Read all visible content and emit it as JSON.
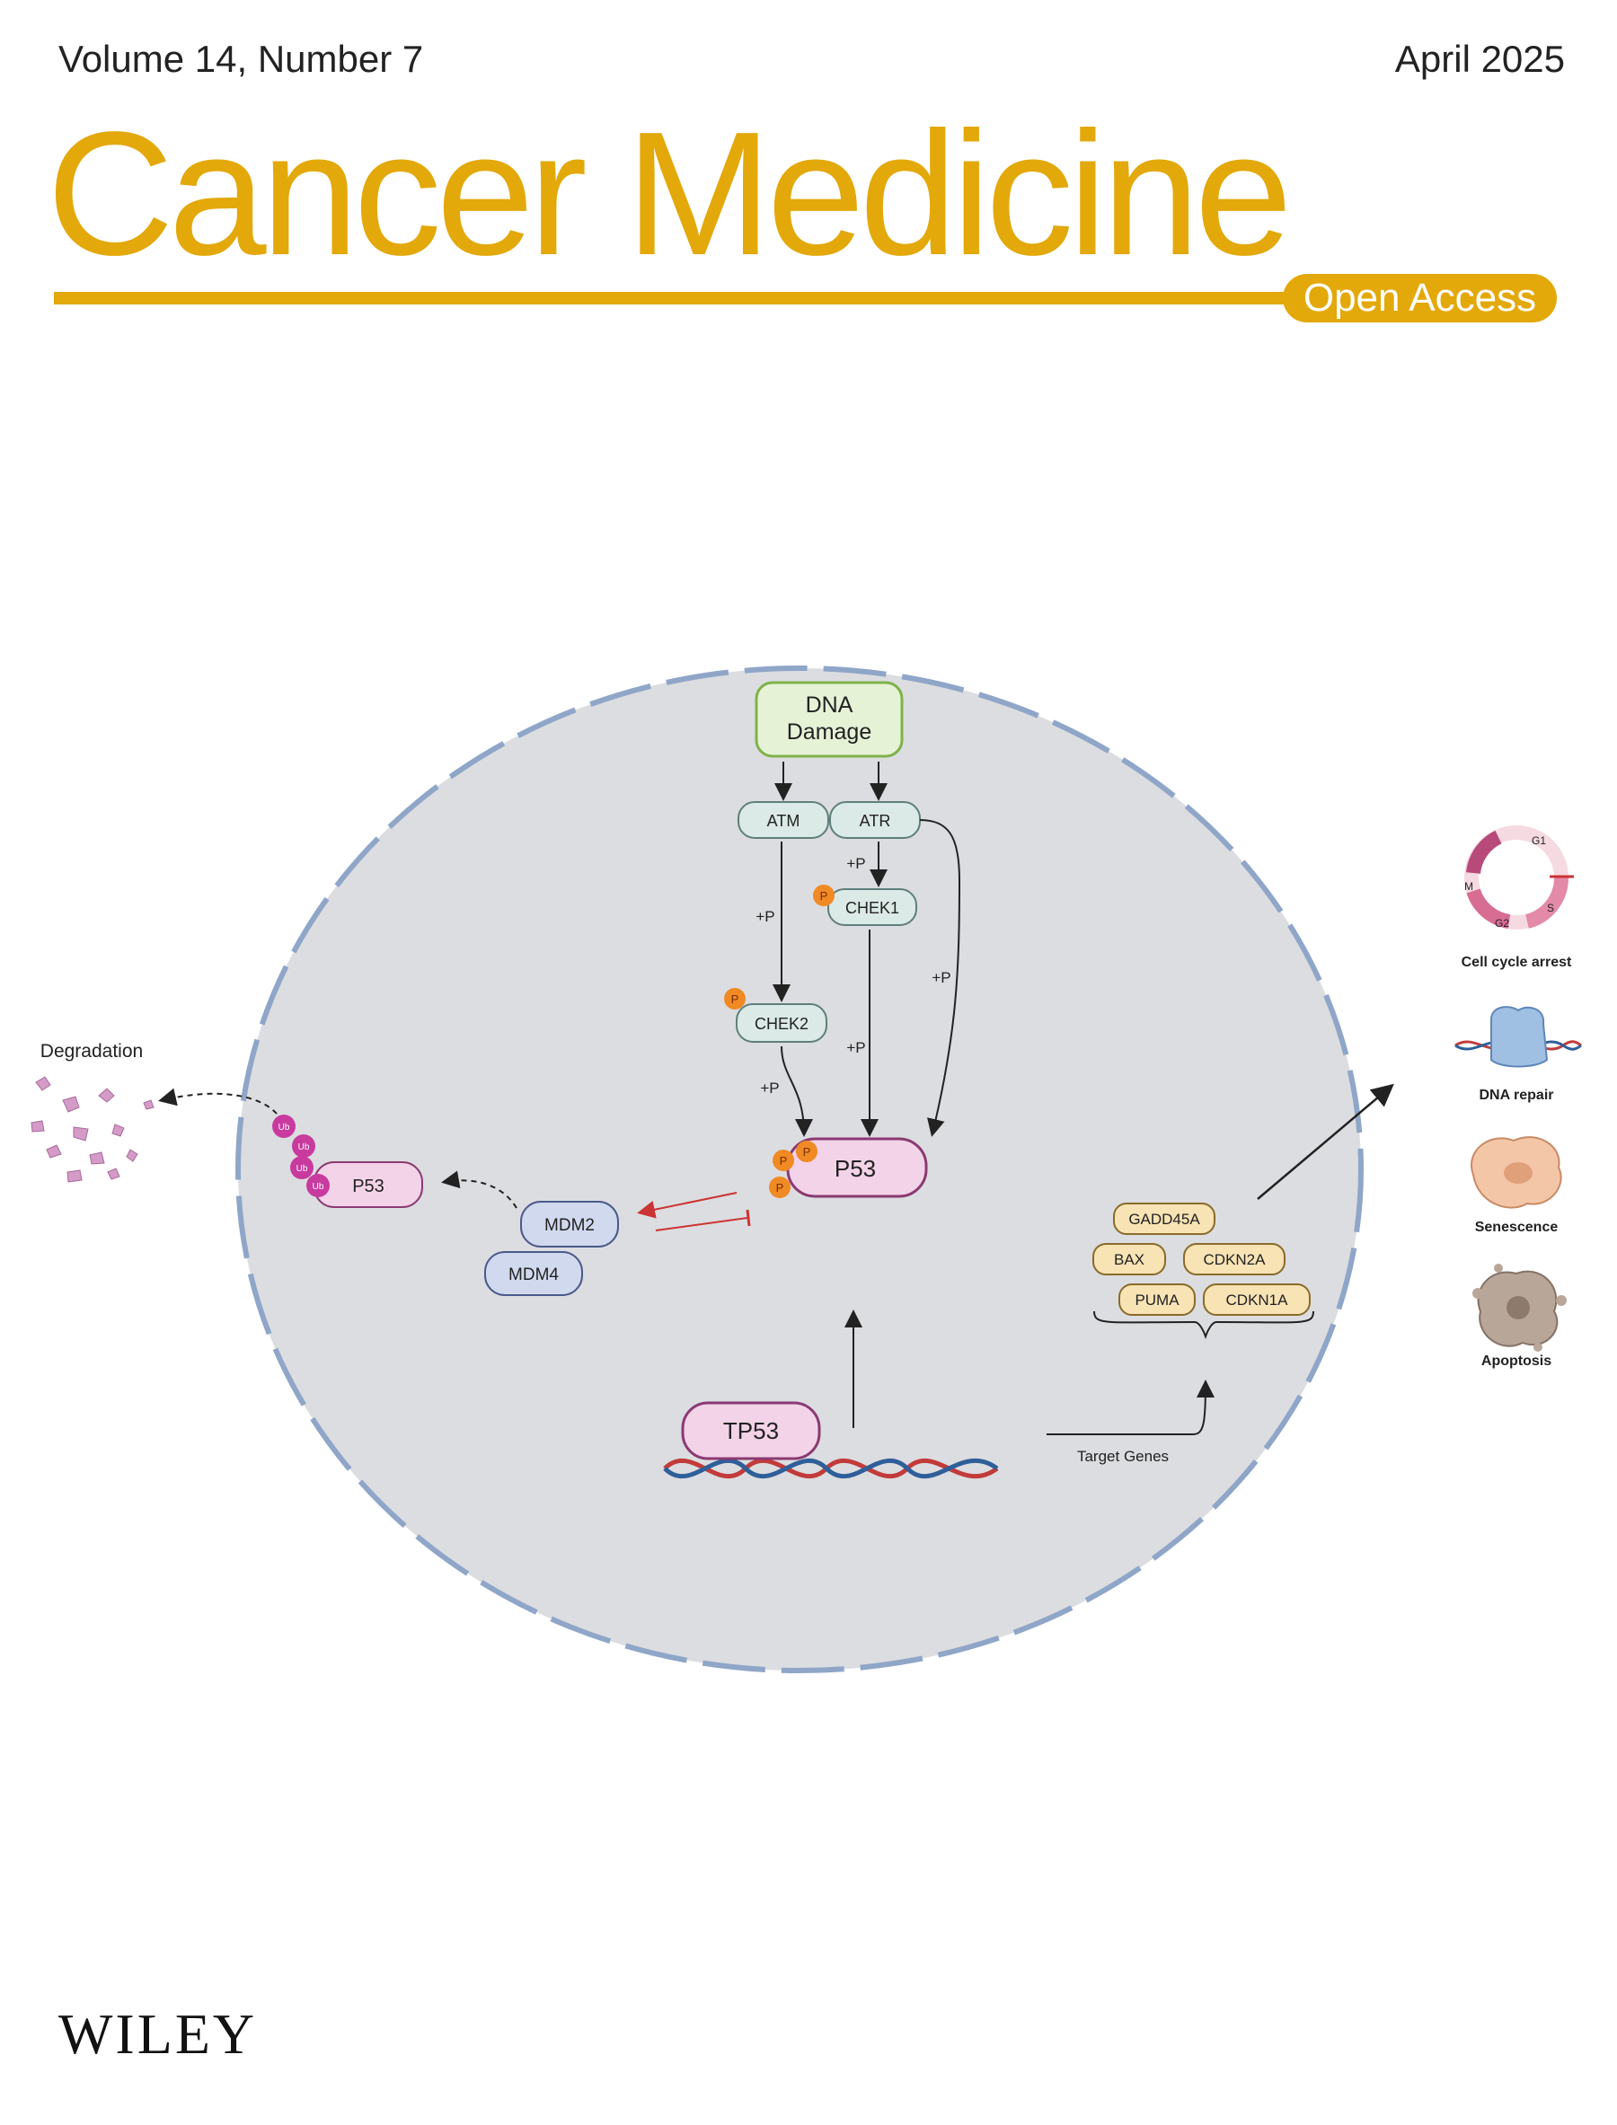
{
  "header": {
    "volume": "Volume 14, Number 7",
    "date": "April 2025",
    "journal": "Cancer Medicine",
    "badge": "Open Access"
  },
  "figure": {
    "trigger": [
      "DNA",
      "Damage"
    ],
    "kinases": {
      "atm": "ATM",
      "atr": "ATR",
      "chek1": "CHEK1",
      "chek2": "CHEK2"
    },
    "phospho_label": "+P",
    "phospho_marker": "P",
    "p53_active": "P53",
    "p53_degraded": "P53",
    "ubiquitin": "Ub",
    "mdm2": "MDM2",
    "mdm4": "MDM4",
    "degradation": "Degradation",
    "gene": "TP53",
    "target_genes_label": "Target Genes",
    "target_genes": [
      "GADD45A",
      "BAX",
      "CDKN2A",
      "PUMA",
      "CDKN1A"
    ],
    "outcomes": [
      "Cell cycle arrest",
      "DNA repair",
      "Senescence",
      "Apoptosis"
    ],
    "cell_cycle_phases": {
      "g1": "G1",
      "s": "S",
      "g2": "G2",
      "m": "M"
    }
  },
  "colors": {
    "brand": "#e3a80a",
    "nucleus_fill": "#dcdde0",
    "nucleus_border": "#8fa6c8",
    "kinase_fill": "#dbeae6",
    "p53_fill": "#f3d3e8",
    "mdm_fill": "#d1d9ee",
    "gene_fill": "#f7e3b4",
    "phospho": "#f08a24",
    "ubiquitin": "#c83a9e",
    "inhibition": "#cc3333"
  },
  "icons": [
    "cell-cycle-icon",
    "dna-repair-icon",
    "senescent-cell-icon",
    "apoptotic-cell-icon",
    "dna-helix-icon",
    "degradation-fragments-icon"
  ],
  "publisher": "WILEY"
}
